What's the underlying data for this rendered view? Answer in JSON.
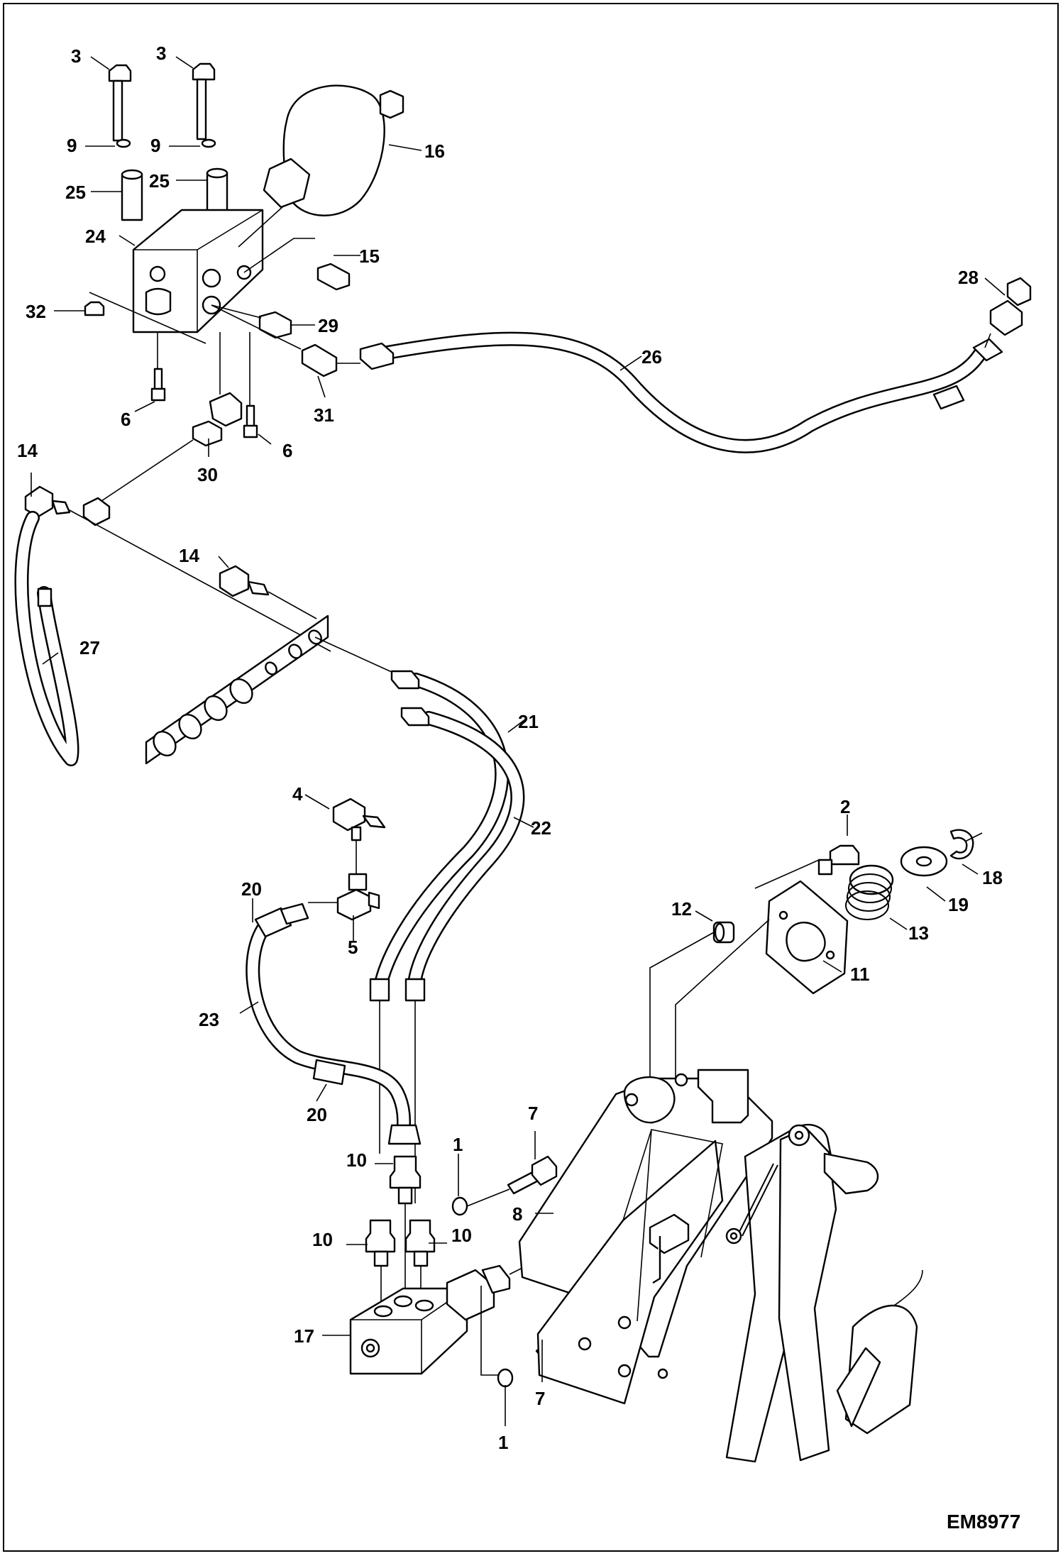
{
  "drawing_code": "EM8977",
  "callouts": [
    {
      "id": "c3a",
      "text": "3"
    },
    {
      "id": "c3b",
      "text": "3"
    },
    {
      "id": "c9a",
      "text": "9"
    },
    {
      "id": "c9b",
      "text": "9"
    },
    {
      "id": "c16",
      "text": "16"
    },
    {
      "id": "c25a",
      "text": "25"
    },
    {
      "id": "c25b",
      "text": "25"
    },
    {
      "id": "c24",
      "text": "24"
    },
    {
      "id": "c15",
      "text": "15"
    },
    {
      "id": "c28",
      "text": "28"
    },
    {
      "id": "c32",
      "text": "32"
    },
    {
      "id": "c29",
      "text": "29"
    },
    {
      "id": "c26",
      "text": "26"
    },
    {
      "id": "c6a",
      "text": "6"
    },
    {
      "id": "c31",
      "text": "31"
    },
    {
      "id": "c6b",
      "text": "6"
    },
    {
      "id": "c14a",
      "text": "14"
    },
    {
      "id": "c30",
      "text": "30"
    },
    {
      "id": "c14b",
      "text": "14"
    },
    {
      "id": "c27",
      "text": "27"
    },
    {
      "id": "c21",
      "text": "21"
    },
    {
      "id": "c4",
      "text": "4"
    },
    {
      "id": "c22",
      "text": "22"
    },
    {
      "id": "c2",
      "text": "2"
    },
    {
      "id": "c20a",
      "text": "20"
    },
    {
      "id": "c18",
      "text": "18"
    },
    {
      "id": "c19",
      "text": "19"
    },
    {
      "id": "c12",
      "text": "12"
    },
    {
      "id": "c5",
      "text": "5"
    },
    {
      "id": "c13",
      "text": "13"
    },
    {
      "id": "c11",
      "text": "11"
    },
    {
      "id": "c23",
      "text": "23"
    },
    {
      "id": "c20b",
      "text": "20"
    },
    {
      "id": "c7a",
      "text": "7"
    },
    {
      "id": "c10a",
      "text": "10"
    },
    {
      "id": "c1a",
      "text": "1"
    },
    {
      "id": "c8",
      "text": "8"
    },
    {
      "id": "c10b",
      "text": "10"
    },
    {
      "id": "c10c",
      "text": "10"
    },
    {
      "id": "c17",
      "text": "17"
    },
    {
      "id": "c7b",
      "text": "7"
    },
    {
      "id": "c1b",
      "text": "1"
    }
  ]
}
